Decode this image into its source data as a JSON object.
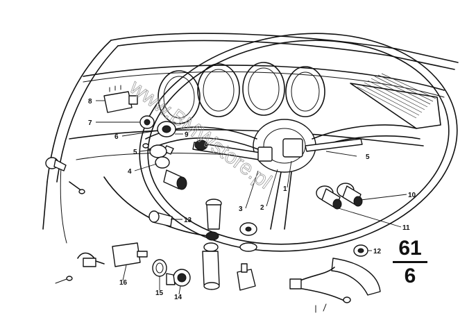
{
  "diagram": {
    "watermark": "www.BMWstore.pl",
    "section_code": {
      "group": "61",
      "page": "6"
    },
    "callouts": [
      {
        "id": "c8",
        "text": "8"
      },
      {
        "id": "c7",
        "text": "7"
      },
      {
        "id": "c6",
        "text": "6"
      },
      {
        "id": "c9",
        "text": "9"
      },
      {
        "id": "c5l",
        "text": "5"
      },
      {
        "id": "c4",
        "text": "4"
      },
      {
        "id": "c13",
        "text": "13"
      },
      {
        "id": "c3",
        "text": "3"
      },
      {
        "id": "c2",
        "text": "2"
      },
      {
        "id": "c1",
        "text": "1"
      },
      {
        "id": "c5r",
        "text": "5"
      },
      {
        "id": "c10",
        "text": "10"
      },
      {
        "id": "c11",
        "text": "11"
      },
      {
        "id": "c12",
        "text": "12"
      },
      {
        "id": "c16",
        "text": "16"
      },
      {
        "id": "c15",
        "text": "15"
      },
      {
        "id": "c14",
        "text": "14"
      }
    ]
  }
}
